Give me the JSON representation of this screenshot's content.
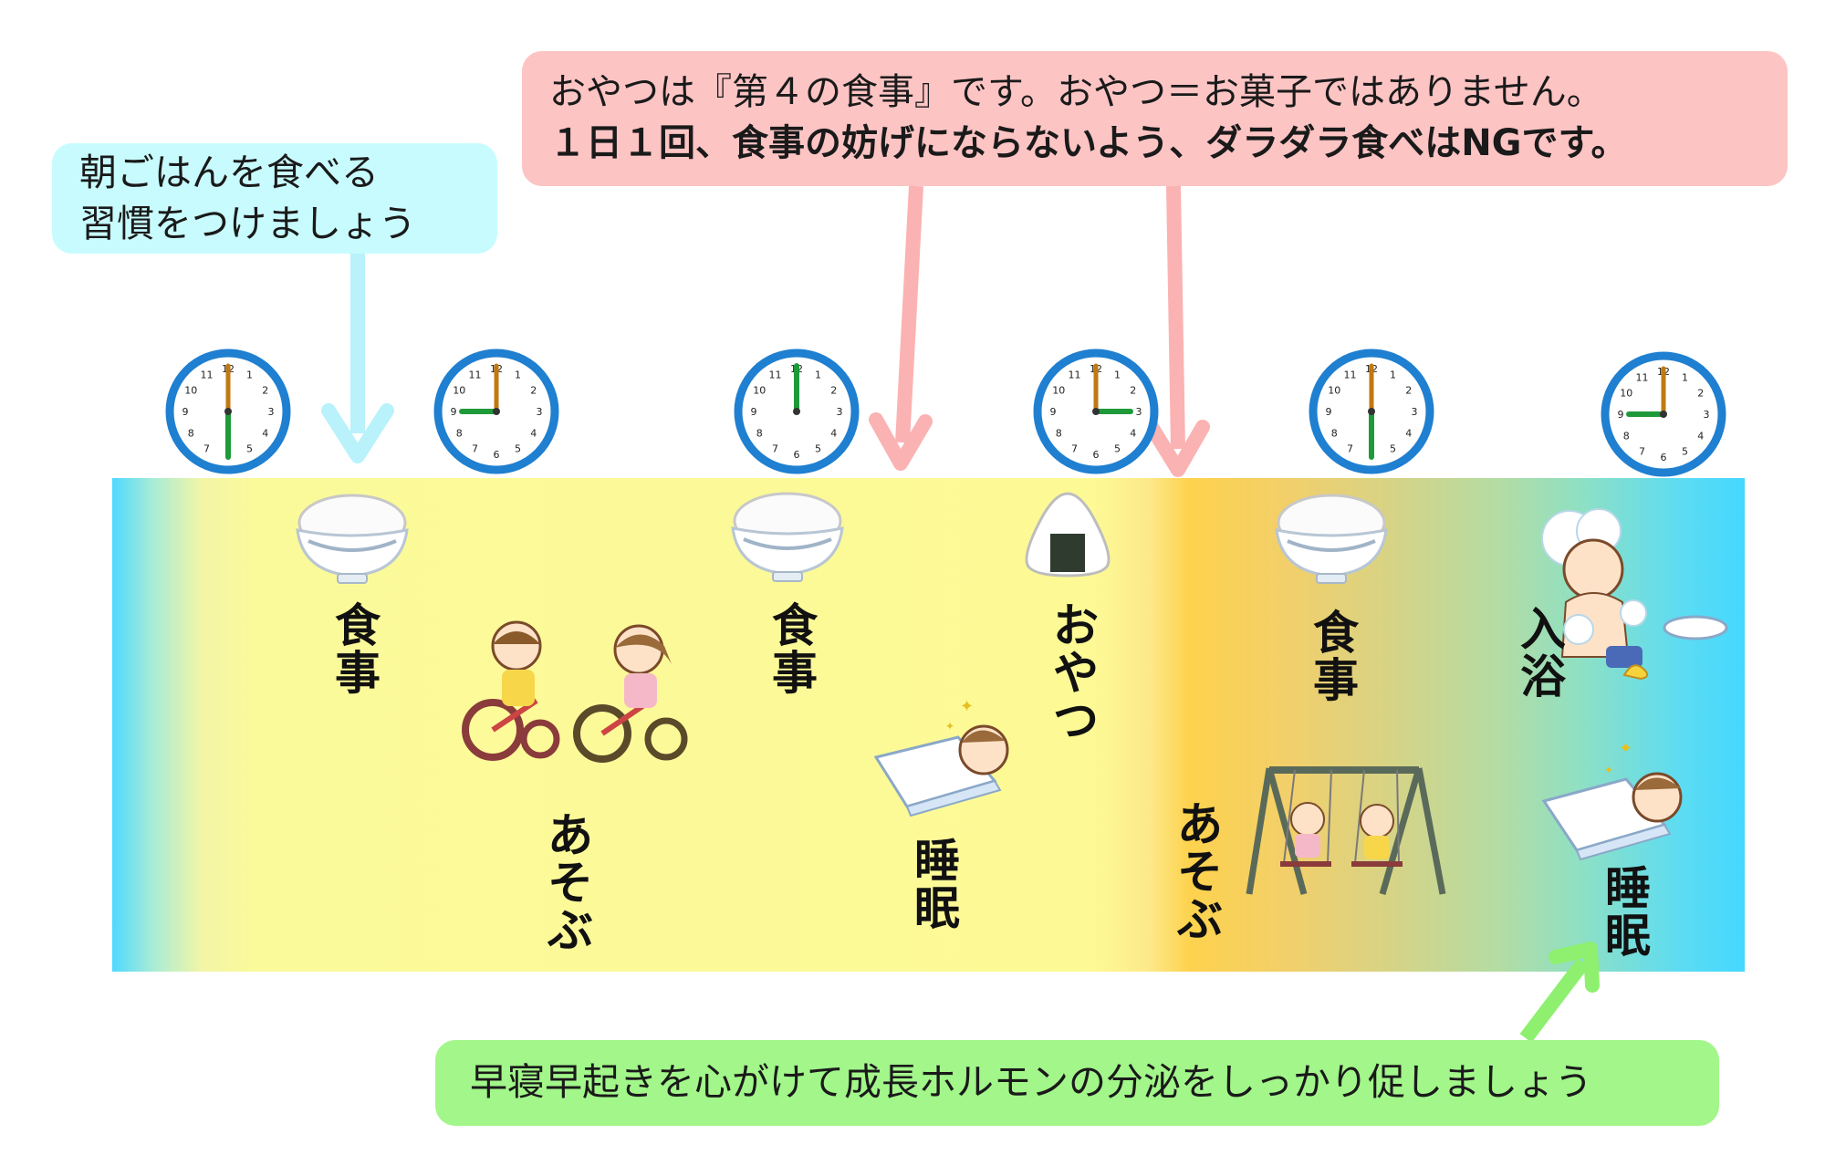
{
  "callouts": {
    "breakfast": {
      "line1": "朝ごはんを食べる",
      "line2": "習慣をつけましょう",
      "bg": "#c8fbfd",
      "arrow": "#b9f2fb"
    },
    "snack": {
      "line1": "おやつは『第４の食事』です。おやつ＝お菓子ではありません。",
      "line2": "１日１回、食事の妨げにならないよう、ダラダラ食べはNGです。",
      "bg": "#fdc4c4",
      "arrow": "#fbb2b2"
    },
    "sleep": {
      "text": "早寝早起きを心がけて成長ホルモンの分泌をしっかり促しましょう",
      "bg": "#a2f68a",
      "arrow": "#8ef06e"
    }
  },
  "clocks": [
    {
      "time": "6:00",
      "hour": 6
    },
    {
      "time": "9:00",
      "hour": 9
    },
    {
      "time": "12:00",
      "hour": 12
    },
    {
      "time": "15:00",
      "hour": 15
    },
    {
      "time": "18:00",
      "hour": 18
    },
    {
      "time": "21:00",
      "hour": 21
    }
  ],
  "activities": {
    "meal_1": "食事",
    "play_1": "あそぶ",
    "meal_2": "食事",
    "nap": "睡眠",
    "snack": "おやつ",
    "play_2": "あそぶ",
    "meal_3": "食事",
    "bath": "入浴",
    "sleep": "睡眠"
  },
  "icons": [
    "rice-bowl-icon",
    "onigiri-icon",
    "tricycle-kids-icon",
    "napping-child-icon",
    "swing-kids-icon",
    "bathing-child-icon",
    "sleeping-child-icon",
    "clock-icon"
  ]
}
